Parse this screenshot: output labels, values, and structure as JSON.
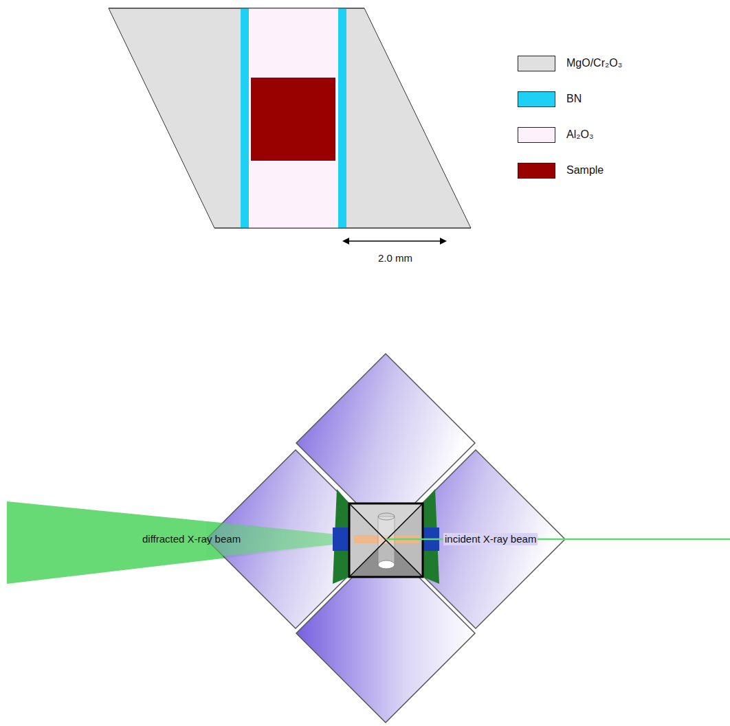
{
  "diagram": {
    "labels": [
      "2.0 mm",
      "diffracted X-ray beam",
      "incident X-ray beam"
    ],
    "legend": [
      {
        "text": "MgO/Cr₂O₃",
        "color": "#e0e0e0"
      },
      {
        "text": "BN",
        "color": "#1fd0f5"
      },
      {
        "text": "Al₂O₃",
        "color": "#fdf2fb"
      },
      {
        "text": "Sample",
        "color": "#990000"
      }
    ]
  }
}
